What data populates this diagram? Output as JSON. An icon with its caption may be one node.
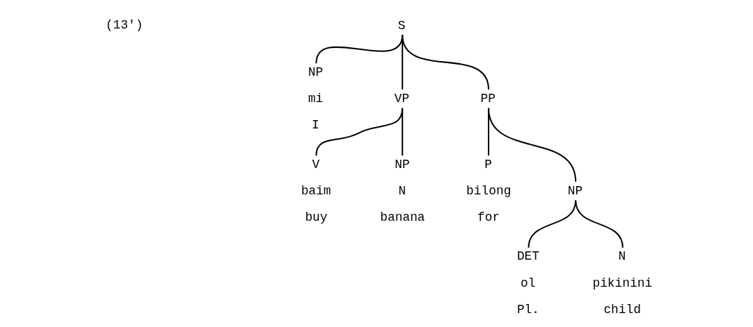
{
  "diagram": {
    "nodes": [
      {
        "text": [
          "S"
        ]
      },
      {
        "text": [
          "NP"
        ],
        "beside": [
          "mi",
          "I"
        ]
      },
      {
        "text": [
          "VP"
        ]
      },
      {
        "text": [
          "PP"
        ]
      },
      {
        "text": [
          "V"
        ],
        "beside": [
          "baim",
          "buy"
        ]
      },
      {
        "text": [
          "NP"
        ],
        "beside": [
          "N",
          "banana"
        ]
      },
      {
        "text": [
          "P"
        ],
        "beside": [
          "bilong",
          "for"
        ]
      },
      {
        "text": [
          "NP"
        ]
      },
      {
        "text": [
          "DET"
        ],
        "beside": [
          "ol",
          "Pl."
        ]
      },
      {
        "text": [
          "N"
        ],
        "beside": [
          "pikinini",
          "child"
        ]
      }
    ],
    "edges": [
      {
        "from": 0,
        "to": 1,
        "arrow": "none"
      },
      {
        "from": 0,
        "to": 2,
        "arrow": "none"
      },
      {
        "from": 0,
        "to": 3,
        "arrow": "none"
      },
      {
        "from": 2,
        "to": 4,
        "arrow": "none"
      },
      {
        "from": 2,
        "to": 5,
        "arrow": "none"
      },
      {
        "from": 3,
        "to": 6,
        "arrow": "none"
      },
      {
        "from": 3,
        "to": 7,
        "arrow": "none"
      },
      {
        "from": 7,
        "to": 8,
        "arrow": "none"
      },
      {
        "from": 7,
        "to": 9,
        "arrow": "none"
      }
    ],
    "labels": [
      "(13')"
    ]
  }
}
